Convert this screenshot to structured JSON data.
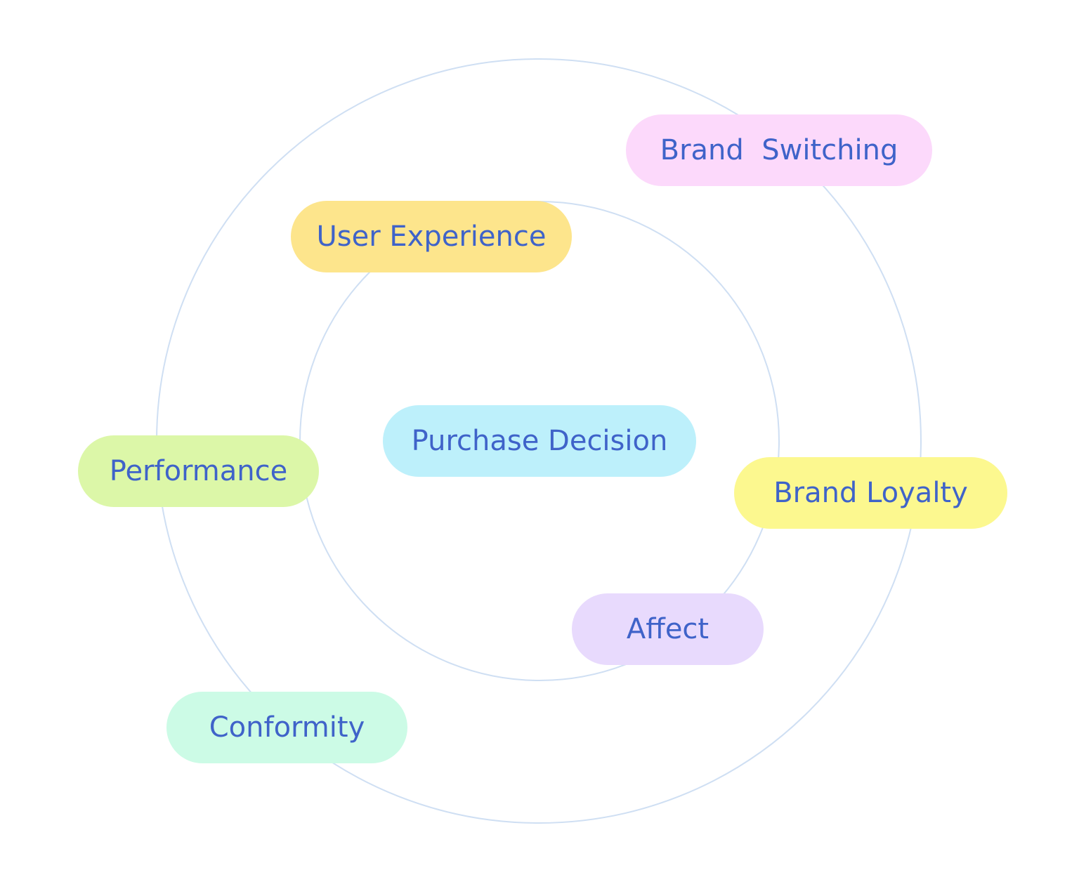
{
  "diagram": {
    "nodes": {
      "brand_switching": {
        "label": "Brand  Switching",
        "color": "#fcd9fb"
      },
      "user_experience": {
        "label": "User Experience",
        "color": "#fde58c"
      },
      "purchase_decision": {
        "label": "Purchase Decision",
        "color": "#bdf0fb"
      },
      "performance": {
        "label": "Performance",
        "color": "#dcf7a8"
      },
      "brand_loyalty": {
        "label": "Brand Loyalty",
        "color": "#fcf88f"
      },
      "affect": {
        "label": "Affect",
        "color": "#e8dafd"
      },
      "conformity": {
        "label": "Conformity",
        "color": "#ccfbe6"
      }
    },
    "text_color": "#3f63c9",
    "ring_color": "#cfdff3"
  }
}
